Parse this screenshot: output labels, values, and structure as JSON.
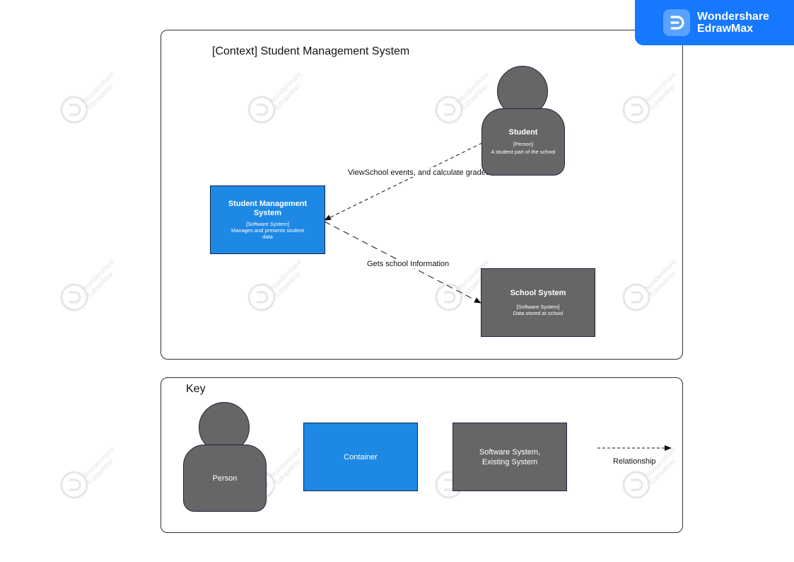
{
  "brand": {
    "line1": "Wondershare",
    "line2": "EdrawMax",
    "color": "#1677ff"
  },
  "watermark": {
    "line1": "Wondershare",
    "line2": "EdrawMax"
  },
  "context": {
    "title": "[Context] Student Management System",
    "student": {
      "name": "Student",
      "type": "[Person]",
      "desc": "A student part of the school"
    },
    "sms": {
      "name": "Student Management System",
      "type": "[Software System]",
      "desc": "Manages and presents student data"
    },
    "school": {
      "name": "School System",
      "type": "[Software System]",
      "desc": "Data stored at school"
    },
    "edge_student_to_sms": "ViewSchool events, and calculate grades",
    "edge_sms_to_school": "Gets school Information"
  },
  "key": {
    "title": "Key",
    "person": "Person",
    "container": "Container",
    "existing_system": "Software System, Existing System",
    "relationship": "Relationship"
  },
  "colors": {
    "container": "#1e88e5",
    "existing": "#666666",
    "border": "#1d2440"
  }
}
